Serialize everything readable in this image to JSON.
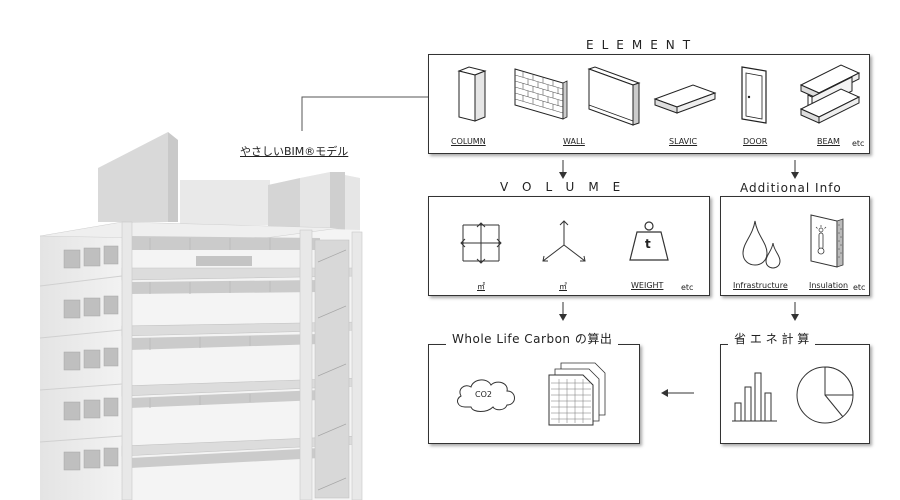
{
  "building": {
    "label": "やさしいBIM®モデル"
  },
  "element_panel": {
    "title": "ELEMENT",
    "items": [
      {
        "label": "COLUMN",
        "icon": "column-icon"
      },
      {
        "label": "WALL",
        "icon": "brick-wall-icon"
      },
      {
        "label": "SLAVIC",
        "icon": "slab-icon"
      },
      {
        "label": "DOOR",
        "icon": "door-icon"
      },
      {
        "label": "BEAM",
        "icon": "beam-icon"
      }
    ],
    "etc": "etc"
  },
  "volume_panel": {
    "title": "VOLUME",
    "items": [
      {
        "label": "㎡",
        "icon": "area-icon"
      },
      {
        "label": "㎥",
        "icon": "volume-axes-icon"
      },
      {
        "label": "WEIGHT",
        "icon": "weight-icon"
      }
    ],
    "weight_symbol": "t",
    "etc": "etc"
  },
  "info_panel": {
    "title": "Additional Info",
    "items": [
      {
        "label": "Infrastructure",
        "icon": "water-drop-icon"
      },
      {
        "label": "Insulation",
        "icon": "insulation-icon"
      }
    ],
    "etc": "etc"
  },
  "carbon_panel": {
    "title": "Whole Life Carbon の算出",
    "cloud_text": "CO2",
    "icons": [
      "co2-cloud-icon",
      "spreadsheet-icon"
    ]
  },
  "energy_panel": {
    "title": "省 エ ネ 計 算",
    "icons": [
      "bar-chart-icon",
      "pie-chart-icon"
    ]
  }
}
